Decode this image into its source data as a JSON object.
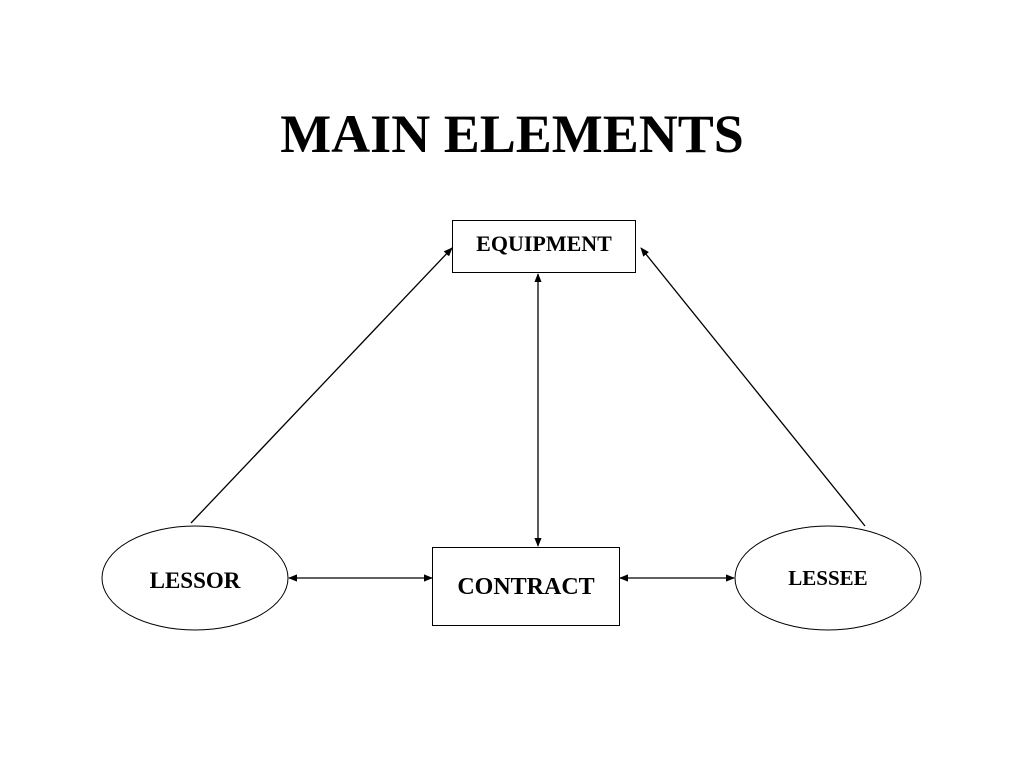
{
  "slide": {
    "title": "MAIN ELEMENTS"
  },
  "diagram": {
    "nodes": {
      "equipment": "EQUIPMENT",
      "contract": "CONTRACT",
      "lessor": "LESSOR",
      "lessee": "LESSEE"
    }
  },
  "colors": {
    "line": "#000000",
    "background": "#ffffff"
  }
}
